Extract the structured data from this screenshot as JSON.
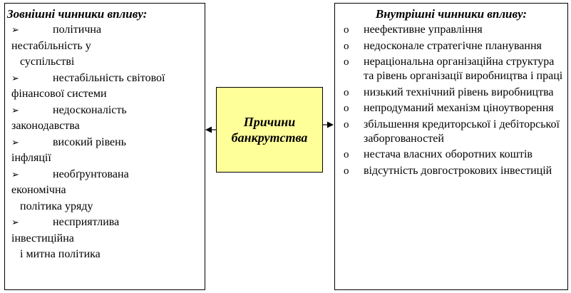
{
  "colors": {
    "center_fill": "#ffff99",
    "border": "#000000"
  },
  "center": {
    "title_line1": "Причини",
    "title_line2": "банкрутства"
  },
  "external": {
    "heading": "Зовнішні чинники впливу:",
    "marker": "➢",
    "items": [
      {
        "lines": [
          "політична",
          "нестабільність у",
          "суспільстві"
        ]
      },
      {
        "lines": [
          "нестабільність світової",
          "фінансової системи"
        ]
      },
      {
        "lines": [
          "недосконалість",
          "законодавства"
        ]
      },
      {
        "lines": [
          "високий рівень",
          "інфляції"
        ]
      },
      {
        "lines": [
          "необґрунтована",
          "економічна",
          "політика уряду"
        ]
      },
      {
        "lines": [
          "несприятлива",
          "інвестиційна",
          "і митна політика"
        ]
      }
    ]
  },
  "internal": {
    "heading": "Внутрішні чинники впливу:",
    "marker": "o",
    "items": [
      "неефективне управління",
      "недосконале стратегічне планування",
      "нераціональна організаційна структура та рівень організації виробництва і праці",
      "низький технічний рівень виробництва",
      "непродуманий механізм ціноутворення",
      "збільшення кредиторської і дебіторської заборгованостей",
      "нестача власних оборотних коштів",
      "відсутність довгострокових інвестицій"
    ]
  }
}
